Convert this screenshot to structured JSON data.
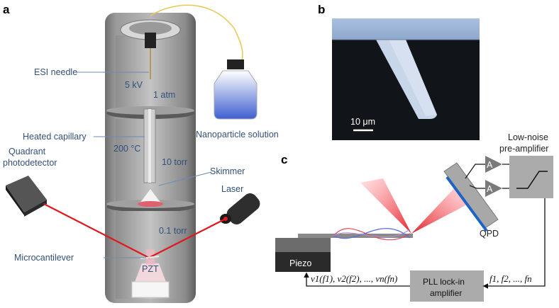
{
  "panels": {
    "a": "a",
    "b": "b",
    "c": "c"
  },
  "panel_a": {
    "esi_needle": "ESI needle",
    "voltage": "5 kV",
    "pressure_atm": "1 atm",
    "heated_capillary": "Heated capillary",
    "temperature": "200 °C",
    "pressure_10torr": "10 torr",
    "quadrant_photodetector_line1": "Quadrant",
    "quadrant_photodetector_line2": "photodetector",
    "skimmer": "Skimmer",
    "laser": "Laser",
    "pressure_01torr": "0.1 torr",
    "microcantilever": "Microcantilever",
    "pzt": "PZT",
    "nanoparticle_solution": "Nanoparticle solution"
  },
  "panel_b": {
    "scale_bar": "10 μm"
  },
  "panel_c": {
    "low_noise_line1": "Low-noise",
    "low_noise_line2": "pre-amplifier",
    "amp_a1": "A",
    "amp_a2": "A",
    "qpd": "QPD",
    "piezo": "Piezo",
    "pll_line1": "PLL lock-in",
    "pll_line2": "amplifier",
    "freq_out": "v1(f1), v2(f2), ..., vn(fn)",
    "freq_in": "f1, f2, ..., fn"
  },
  "colors": {
    "label_blue": "#33507a",
    "laser_red": "#e0191f",
    "chamber_grey": "#8a8a8a",
    "sem_blue": "#9db6d8"
  }
}
